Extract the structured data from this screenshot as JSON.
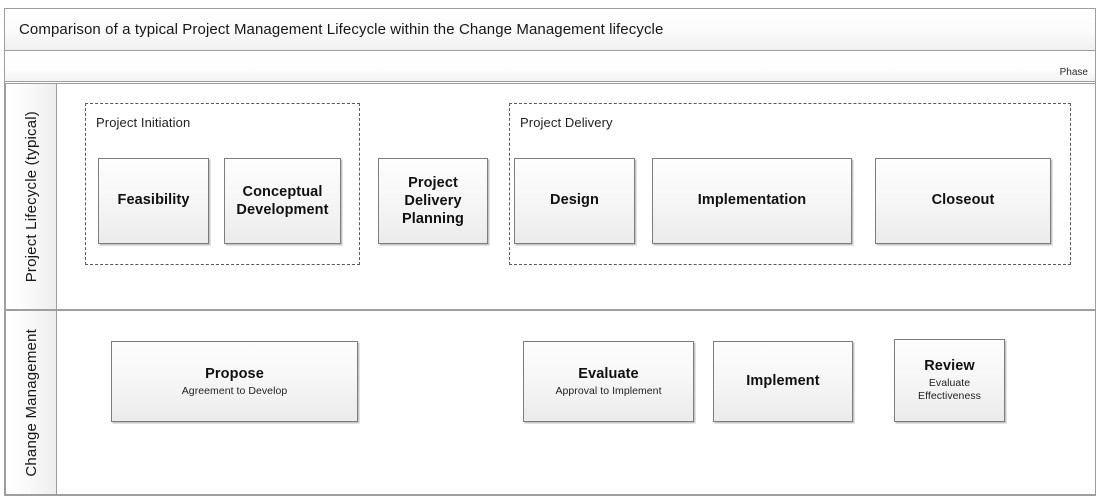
{
  "header": {
    "title": "Comparison of a typical Project Management Lifecycle within the Change Management lifecycle",
    "phase_label": "Phase"
  },
  "rows": [
    {
      "label": "Project Lifecycle (typical)"
    },
    {
      "label": "Change Management"
    }
  ],
  "groups": [
    {
      "label": "Project Initiation"
    },
    {
      "label": "Project Delivery"
    }
  ],
  "project_lifecycle_boxes": [
    {
      "title": "Feasibility",
      "subtitle": ""
    },
    {
      "title": "Conceptual Development",
      "subtitle": ""
    },
    {
      "title": "Project Delivery Planning",
      "subtitle": ""
    },
    {
      "title": "Design",
      "subtitle": ""
    },
    {
      "title": "Implementation",
      "subtitle": ""
    },
    {
      "title": "Closeout",
      "subtitle": ""
    }
  ],
  "change_management_boxes": [
    {
      "title": "Propose",
      "subtitle": "Agreement to Develop"
    },
    {
      "title": "Evaluate",
      "subtitle": "Approval to Implement"
    },
    {
      "title": "Implement",
      "subtitle": ""
    },
    {
      "title": "Review",
      "subtitle": "Evaluate Effectiveness"
    }
  ],
  "colors": {
    "frame_border": "#9e9e9e",
    "box_border": "#7d7d7d",
    "group_border": "#5a5a5a",
    "background": "#ffffff"
  }
}
